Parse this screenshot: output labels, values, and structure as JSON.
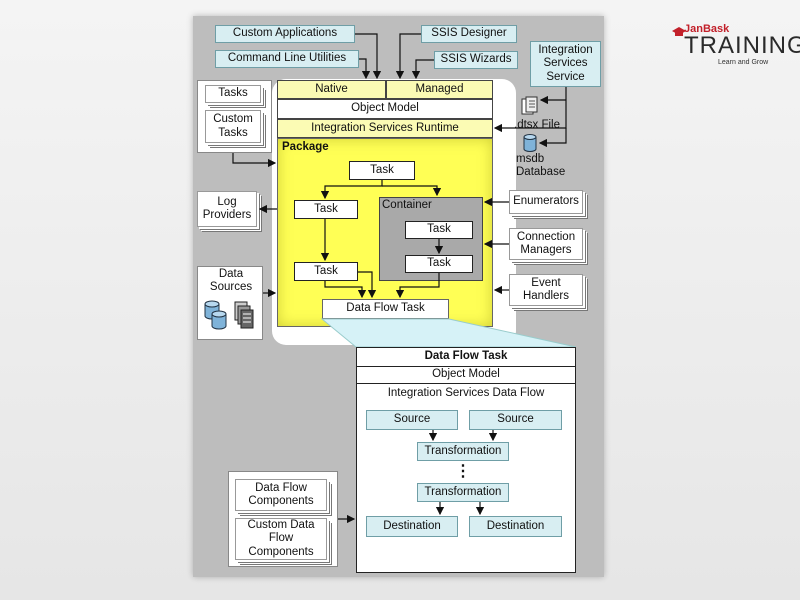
{
  "logo": {
    "brand": "JanBask",
    "name": "TRAINING",
    "tagline": "Learn and Grow"
  },
  "clients": {
    "custom_applications": "Custom Applications",
    "command_line_utilities": "Command Line Utilities",
    "ssis_designer": "SSIS Designer",
    "ssis_wizards": "SSIS Wizards"
  },
  "service": {
    "label": "Integration Services Service"
  },
  "runtime": {
    "native": "Native",
    "managed": "Managed",
    "object_model": "Object Model",
    "runtime": "Integration Services Runtime"
  },
  "storage": {
    "dtsx": ".dtsx File",
    "msdb": "msdb Database"
  },
  "left": {
    "tasks": "Tasks",
    "custom_tasks": "Custom Tasks",
    "log_providers": "Log Providers",
    "data_sources": "Data Sources"
  },
  "right": {
    "enumerators": "Enumerators",
    "connection_managers": "Connection Managers",
    "event_handlers": "Event Handlers"
  },
  "package": {
    "title": "Package",
    "task_top": "Task",
    "task_left1": "Task",
    "task_left2": "Task",
    "container": "Container",
    "container_task1": "Task",
    "container_task2": "Task",
    "data_flow_task": "Data Flow Task"
  },
  "data_flow": {
    "title": "Data Flow Task",
    "object_model": "Object Model",
    "engine": "Integration Services Data Flow",
    "source1": "Source",
    "source2": "Source",
    "transformation1": "Transformation",
    "ellipsis": "⋮",
    "transformation2": "Transformation",
    "destination1": "Destination",
    "destination2": "Destination"
  },
  "components": {
    "data_flow_components": "Data Flow Components",
    "custom_data_flow_components": "Custom Data Flow Components"
  },
  "colors": {
    "panel": "#bdbdbd",
    "package": "#ffff55",
    "runtime_strip": "#fbfbb4",
    "client_box": "#d8eef2",
    "accent": "#c2202a"
  }
}
